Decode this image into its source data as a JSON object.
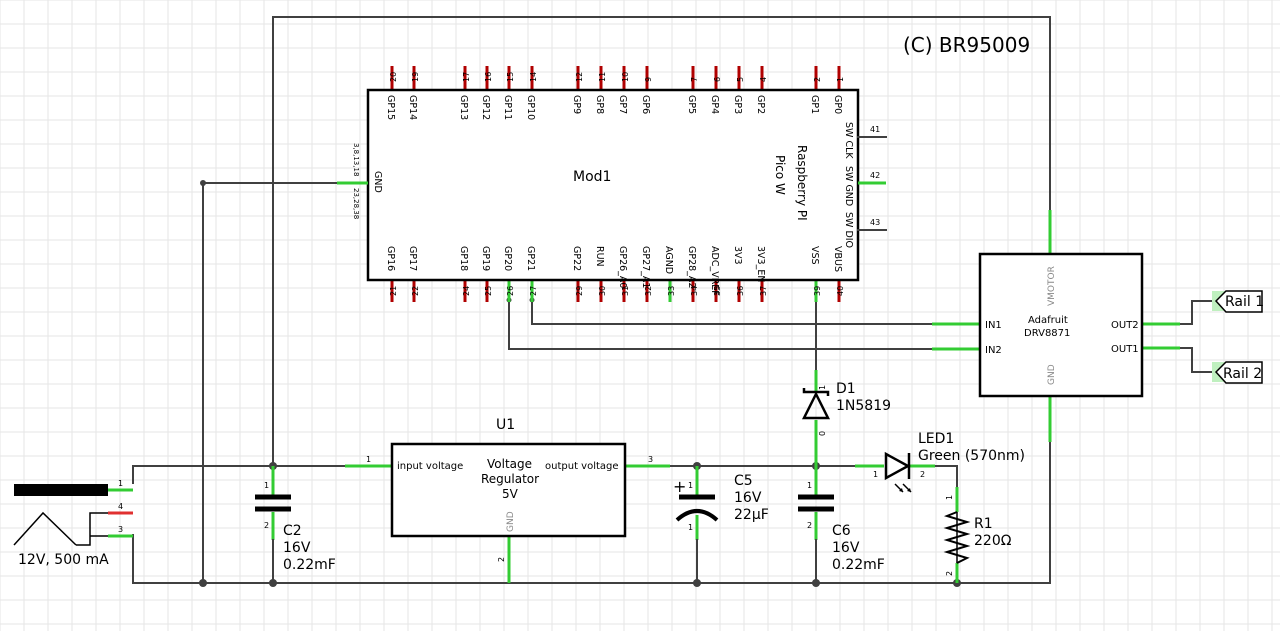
{
  "copyright": "(C) BR95009",
  "pico": {
    "name": "Mod1",
    "title_line1": "Raspberry PI",
    "title_line2": "Pico W",
    "gnd_label": "GND",
    "gnd_pins_top": "3,8,13,18",
    "gnd_pins_bottom": "23,28,38",
    "top_pins": [
      {
        "num": "20",
        "label": "GP15"
      },
      {
        "num": "19",
        "label": "GP14"
      },
      {
        "num": "17",
        "label": "GP13"
      },
      {
        "num": "16",
        "label": "GP12"
      },
      {
        "num": "15",
        "label": "GP11"
      },
      {
        "num": "14",
        "label": "GP10"
      },
      {
        "num": "12",
        "label": "GP9"
      },
      {
        "num": "11",
        "label": "GP8"
      },
      {
        "num": "10",
        "label": "GP7"
      },
      {
        "num": "9",
        "label": "GP6"
      },
      {
        "num": "7",
        "label": "GP5"
      },
      {
        "num": "6",
        "label": "GP4"
      },
      {
        "num": "5",
        "label": "GP3"
      },
      {
        "num": "4",
        "label": "GP2"
      },
      {
        "num": "2",
        "label": "GP1"
      },
      {
        "num": "1",
        "label": "GP0"
      }
    ],
    "bottom_pins": [
      {
        "num": "21",
        "label": "GP16"
      },
      {
        "num": "22",
        "label": "GP17"
      },
      {
        "num": "24",
        "label": "GP18"
      },
      {
        "num": "25",
        "label": "GP19"
      },
      {
        "num": "26",
        "label": "GP20"
      },
      {
        "num": "27",
        "label": "GP21"
      },
      {
        "num": "29",
        "label": "GP22"
      },
      {
        "num": "30",
        "label": "RUN"
      },
      {
        "num": "31",
        "label": "GP26_A0"
      },
      {
        "num": "32",
        "label": "GP27_A1"
      },
      {
        "num": "33",
        "label": "AGND"
      },
      {
        "num": "34",
        "label": "GP28_A2"
      },
      {
        "num": "35",
        "label": "ADC_VREF"
      },
      {
        "num": "36",
        "label": "3V3"
      },
      {
        "num": "37",
        "label": "3V3_EN"
      },
      {
        "num": "39",
        "label": "VSS"
      },
      {
        "num": "40",
        "label": "VBUS"
      }
    ],
    "side_pins": [
      {
        "num": "41",
        "label": "SW CLK"
      },
      {
        "num": "42",
        "label": "SW GND"
      },
      {
        "num": "43",
        "label": "SW DIO"
      }
    ]
  },
  "driver": {
    "name_line1": "Adafruit",
    "name_line2": "DRV8871",
    "vmotor": "VMOTOR",
    "gnd": "GND",
    "in1": "IN1",
    "in2": "IN2",
    "out1": "OUT1",
    "out2": "OUT2"
  },
  "rails": {
    "rail1": "Rail 1",
    "rail2": "Rail 2"
  },
  "regulator": {
    "ref": "U1",
    "line1": "Voltage",
    "line2": "Regulator",
    "line3": "5V",
    "in_label": "input voltage",
    "out_label": "output voltage",
    "gnd_label": "GND",
    "pin_in": "1",
    "pin_out": "3",
    "pin_gnd": "2"
  },
  "c2": {
    "ref": "C2",
    "v": "16V",
    "c": "0.22mF",
    "p1": "1",
    "p2": "2"
  },
  "c5": {
    "ref": "C5",
    "v": "16V",
    "c": "22µF",
    "p1": "1",
    "p2": "1"
  },
  "c6": {
    "ref": "C6",
    "v": "16V",
    "c": "0.22mF",
    "p1": "1",
    "p2": "2"
  },
  "d1": {
    "ref": "D1",
    "part": "1N5819",
    "p1": "1",
    "p2": "0"
  },
  "led1": {
    "ref": "LED1",
    "color": "Green (570nm)",
    "p1": "1",
    "p2": "2"
  },
  "r1": {
    "ref": "R1",
    "value": "220Ω",
    "p1": "2",
    "p2": "1"
  },
  "power": {
    "label": "12V, 500 mA",
    "p1": "1",
    "p4": "4",
    "p3": "3"
  }
}
